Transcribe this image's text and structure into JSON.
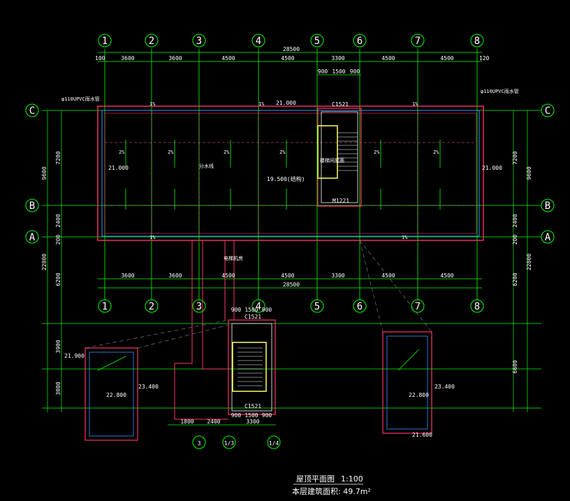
{
  "drawing": {
    "title": "屋顶平面图",
    "scale": "1:100",
    "area_note": "本层建筑面积: 49.7m²"
  },
  "axes": {
    "top": [
      "1",
      "2",
      "3",
      "4",
      "5",
      "6",
      "7",
      "8"
    ],
    "bottom": [
      "1",
      "2",
      "3",
      "4",
      "5",
      "6",
      "7",
      "8"
    ],
    "rows": [
      "C",
      "B",
      "A"
    ],
    "lower_bottom": [
      "3",
      "1/3",
      "1/4"
    ]
  },
  "dims": {
    "top_total": "28500",
    "top_segments": [
      "100",
      "3600",
      "3600",
      "4500",
      "4500",
      "3300",
      "4500",
      "4500",
      "120"
    ],
    "stair_segments": [
      "900",
      "1500",
      "900"
    ],
    "bottom_segments": [
      "3600",
      "3600",
      "4500",
      "4500",
      "3300",
      "4500",
      "4500"
    ],
    "bottom_total": "28500",
    "left_vertical": [
      "9600",
      "7200",
      "2400",
      "200",
      "22800",
      "6200",
      "3900",
      "3000"
    ],
    "right_vertical": [
      "9600",
      "7200",
      "2400",
      "200",
      "22800",
      "6200",
      "6600"
    ],
    "lower_stair": [
      "900",
      "1500",
      "900",
      "1800",
      "2400",
      "900",
      "1500",
      "900",
      "3300"
    ]
  },
  "labels": {
    "pipe_note_left": "φ110UPVC雨水管",
    "pipe_note_right": "φ110UPVC雨水管",
    "slope_1pct": "1%",
    "slope_2pct": "2%",
    "elev_left": "21.000",
    "elev_right": "21.000",
    "elev_mid": "19.500(结构)",
    "elev_top": "21.000",
    "window_top": "C1521",
    "window_lower_top": "C1521",
    "window_lower_bottom": "C1521",
    "door": "M1221",
    "stair_room": "楼梯间屋面",
    "lift_note": "电梯机房",
    "left_small_elev": "21.900",
    "left_small_elev2": "22.800",
    "left_small_elev3": "23.400",
    "right_small_elev": "22.800",
    "right_small_elev2": "23.400",
    "right_small_elev3": "21.600",
    "cut_note": "分水线"
  },
  "colors": {
    "background": "#000000",
    "axis_lines": "#00ff00",
    "walls": "#ff3366",
    "text": "#ffffff",
    "parapet": "#3399ff",
    "stair": "#ffff66",
    "grid_dash": "#ff6699"
  }
}
